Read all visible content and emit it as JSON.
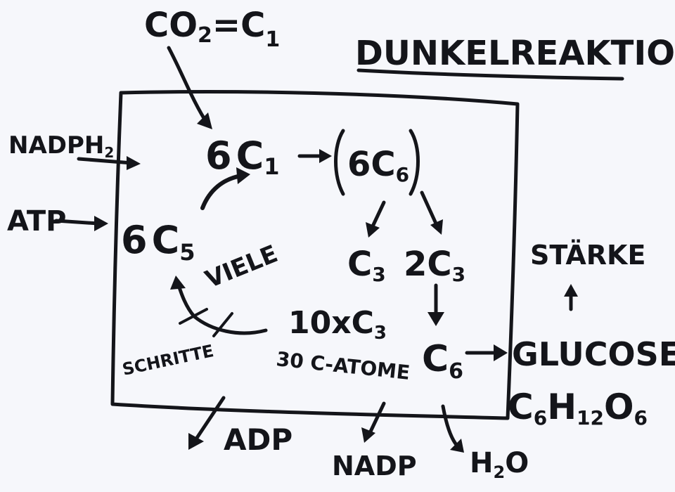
{
  "title": "DUNKELREAKTION",
  "ink_color": "#14151a",
  "background_color": "#f6f7fb",
  "labels": {
    "co2": "CO",
    "co2_sub": "2",
    "co2_eq": "=C",
    "co2_eq_sub": "1",
    "nadph": "NADPH",
    "nadph_sub": "2",
    "atp": "ATP",
    "c1_coef": "6",
    "c1_base": "C",
    "c1_sub": "1",
    "c6_group_coef": "6",
    "c6_group_base": "C",
    "c6_group_sub": "6",
    "c5_coef": "6",
    "c5_base": "C",
    "c5_sub": "5",
    "c3_single_base": "C",
    "c3_single_sub": "3",
    "c3_double_coef": "2",
    "c3_double_base": "C",
    "c3_double_sub": "3",
    "viele": "VIELE",
    "schritte": "SCHRITTE",
    "ten_c3_prefix": "10xC",
    "ten_c3_sub": "3",
    "thirty_c_atoms": "30 C-ATOME",
    "c6_out_base": "C",
    "c6_out_sub": "6",
    "glucose": "GLUCOSE !",
    "starke": "STÄRKE",
    "formula_c": "C",
    "formula_c_sub": "6",
    "formula_h": "H",
    "formula_h_sub": "12",
    "formula_o": "O",
    "formula_o_sub": "6",
    "adp": "ADP",
    "nadp": "NADP",
    "h2o": "H",
    "h2o_sub": "2",
    "h2o_o": "O"
  }
}
